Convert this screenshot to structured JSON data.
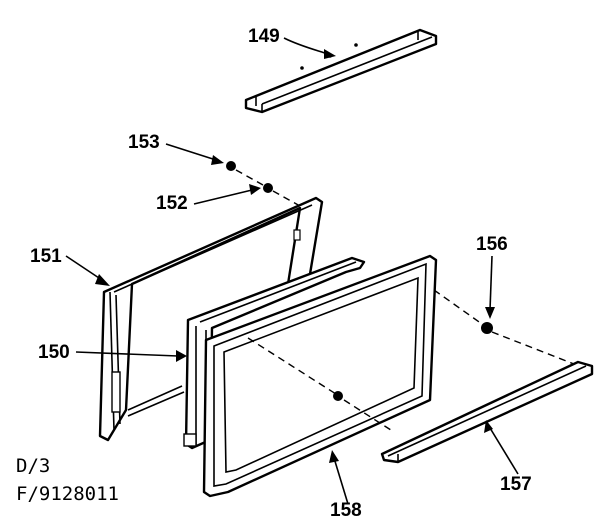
{
  "parts": {
    "p149": "149",
    "p153": "153",
    "p152": "152",
    "p151": "151",
    "p150": "150",
    "p156": "156",
    "p157": "157",
    "p158": "158"
  },
  "footer": {
    "line1": "D/3",
    "line2": "F/9128011"
  }
}
